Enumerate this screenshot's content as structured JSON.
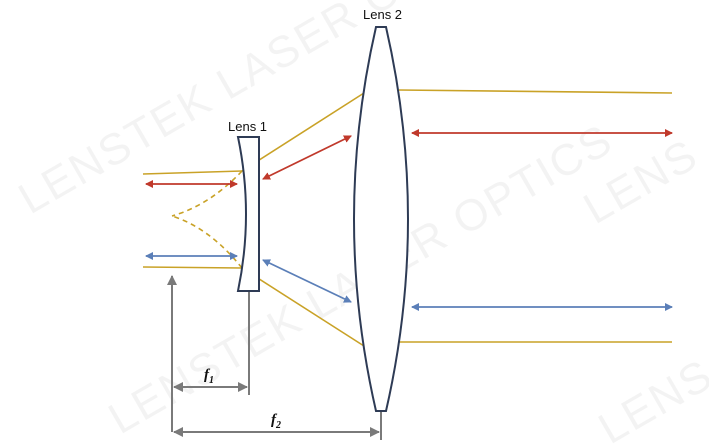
{
  "labels": {
    "lens1": "Lens 1",
    "lens2": "Lens 2",
    "f1_main": "f",
    "f1_sub": "1",
    "f2_main": "f",
    "f2_sub": "2"
  },
  "watermark": {
    "text1": "LENSTEK LASER OPTICS",
    "text2": "LENSTEK LASER OPTICS",
    "text3": "LENS",
    "text4": "LENS"
  },
  "colors": {
    "beam": "#c9a227",
    "arrow_red": "#c0392b",
    "arrow_blue": "#5b7fb8",
    "lens_stroke": "#2e3b55",
    "dimension": "#7a7a7a"
  }
}
